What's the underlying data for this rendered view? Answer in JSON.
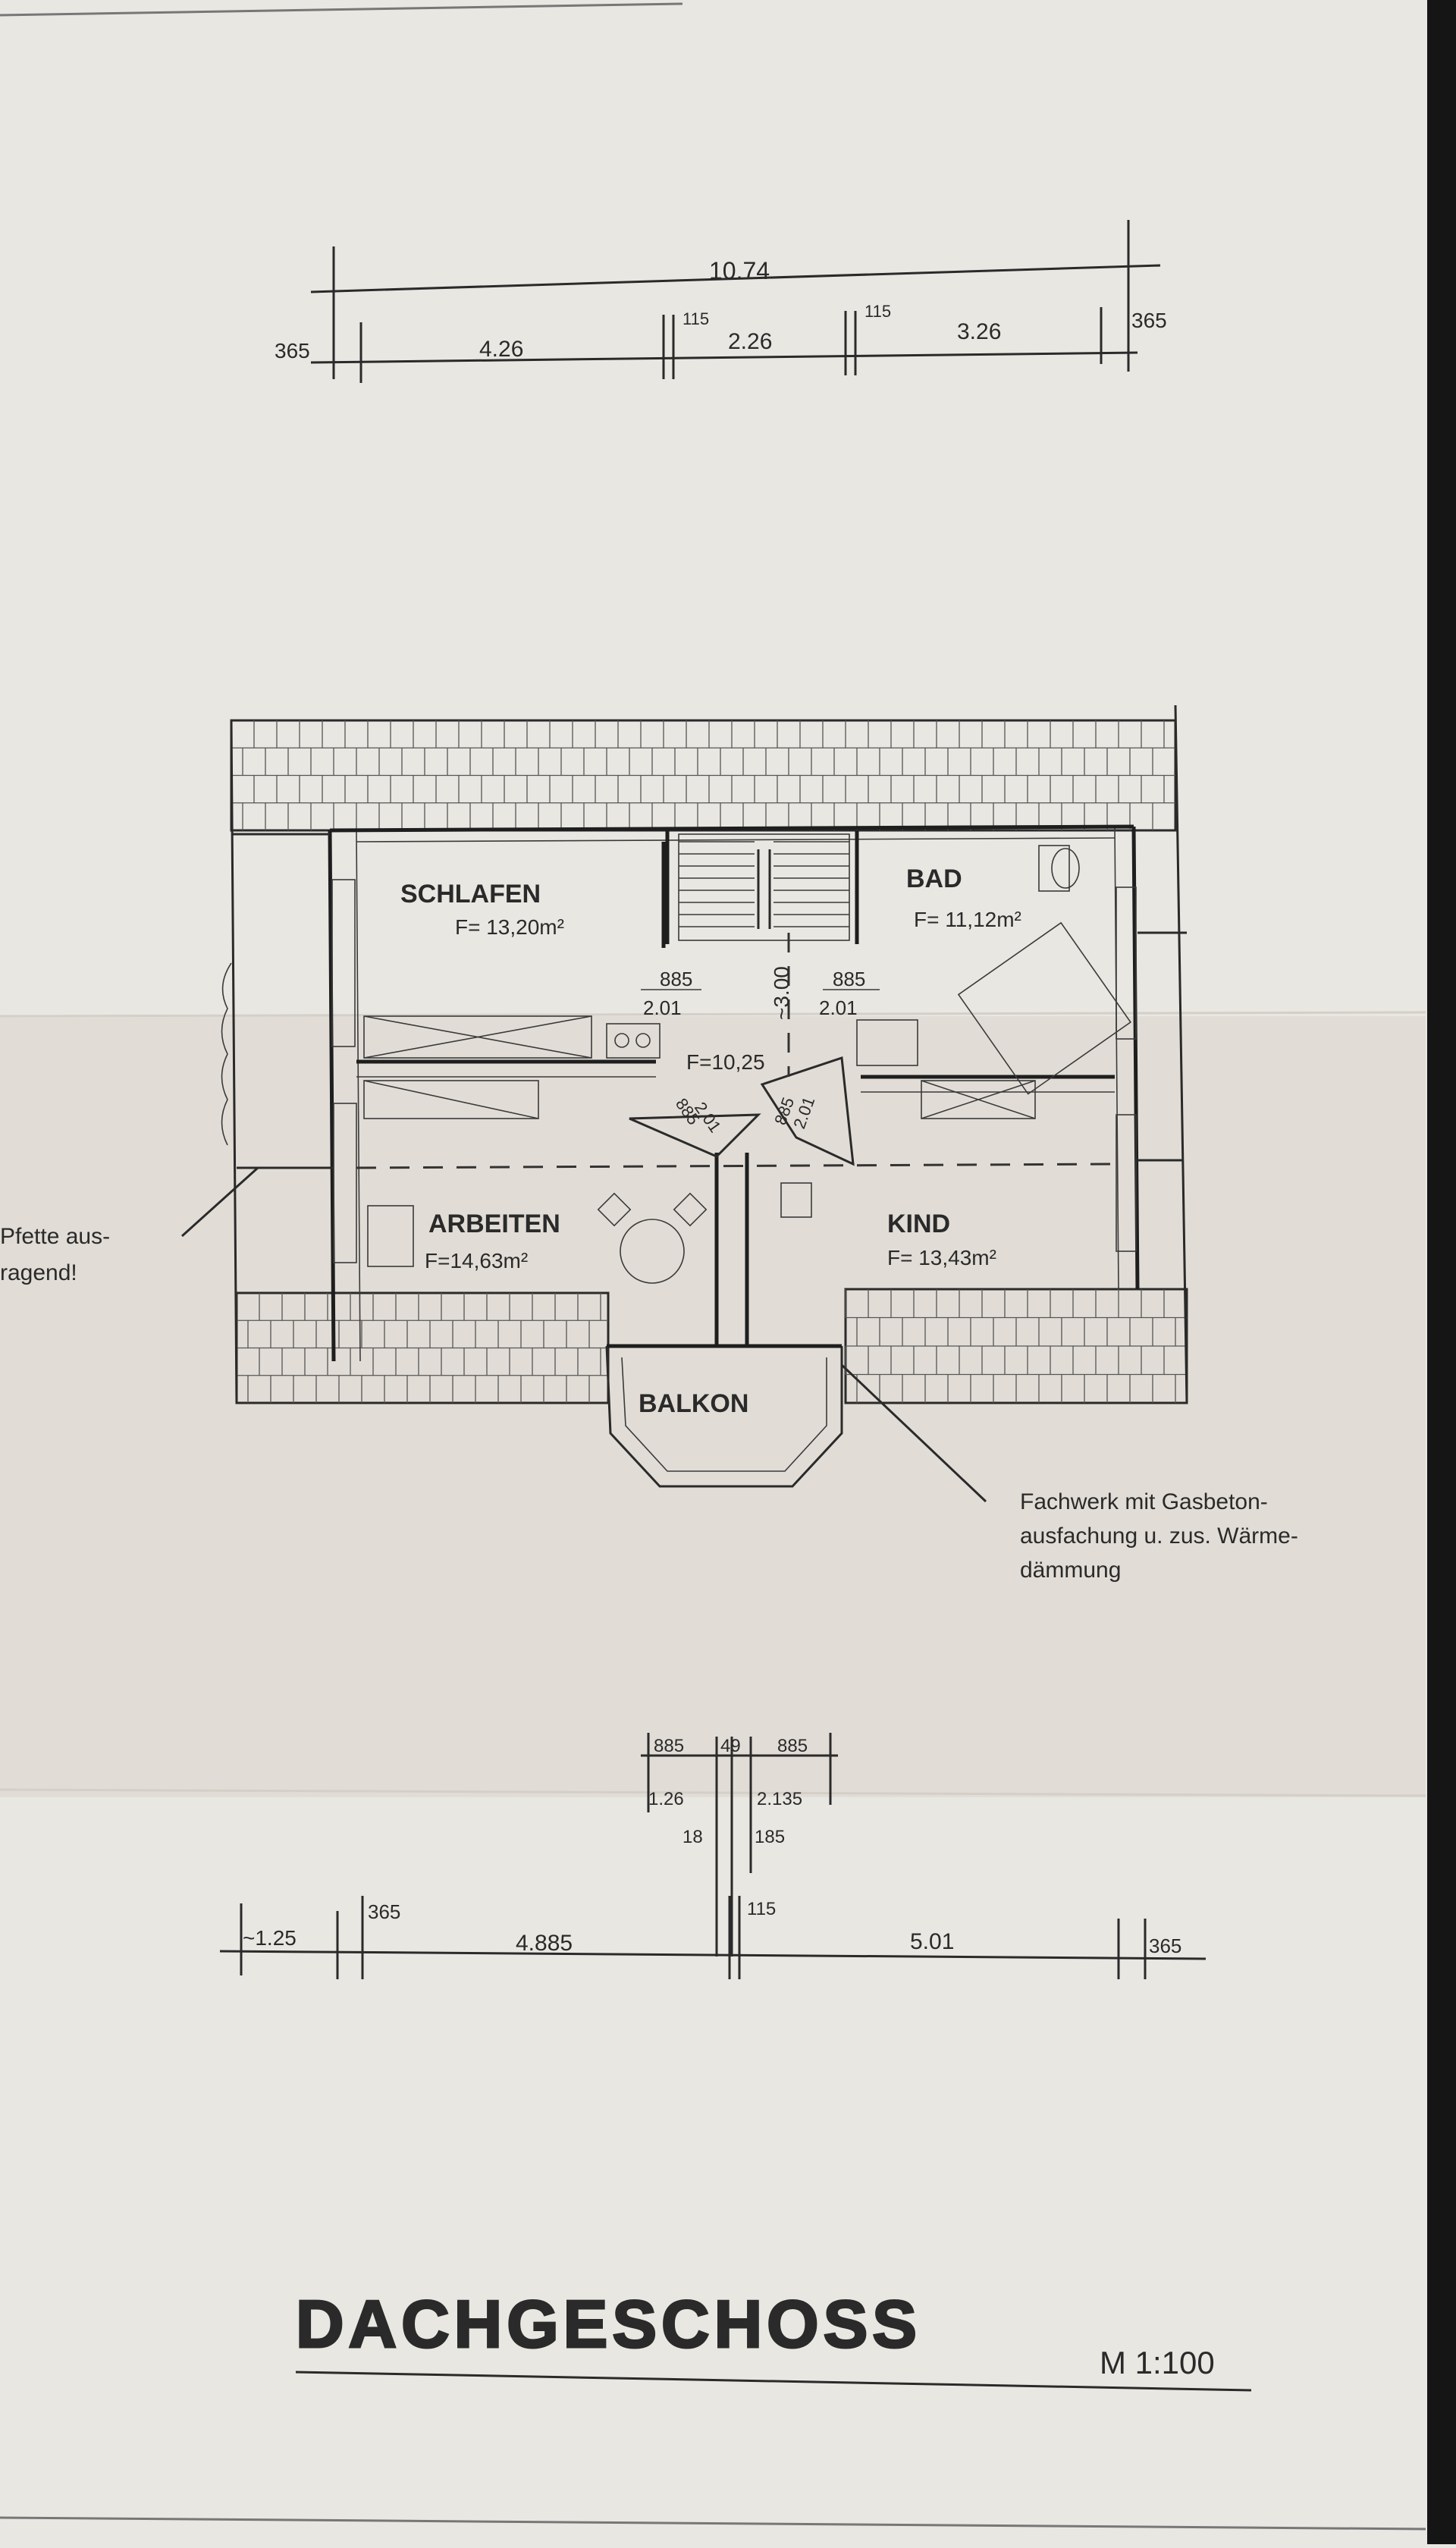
{
  "plan": {
    "title": "DACHGESCHOSS",
    "scale": "M 1:100",
    "top_dims": {
      "total": "10.74",
      "segments": [
        "365",
        "4.26",
        "115",
        "2.26",
        "115",
        "3.26",
        "365"
      ]
    },
    "bottom_dims": {
      "row1": [
        "885",
        "49",
        "885"
      ],
      "row2": [
        "1.26",
        "2.135"
      ],
      "row3": [
        "18",
        "185"
      ],
      "main": [
        "~1.25",
        "365",
        "4.885",
        "115",
        "5.01",
        "365"
      ]
    },
    "rooms": [
      {
        "name": "SCHLAFEN",
        "area": "F= 13,20m²"
      },
      {
        "name": "BAD",
        "area": "F= 11,12m²"
      },
      {
        "name": "ARBEITEN",
        "area": "F=14,63m²"
      },
      {
        "name": "KIND",
        "area": "F= 13,43m²"
      },
      {
        "name": "BALKON",
        "area": ""
      }
    ],
    "hall": {
      "area": "F=10,25",
      "height": "~3.00"
    },
    "door_dims": {
      "left": [
        "885",
        "2.01"
      ],
      "right": [
        "885",
        "2.01"
      ],
      "diag_left": [
        "885",
        "2.01"
      ],
      "diag_right": [
        "885",
        "2.01"
      ]
    },
    "notes": {
      "left": [
        "Pfette aus-",
        "ragend!"
      ],
      "right": [
        "Fachwerk mit Gasbeton-",
        "ausfachung u. zus. Wärme-",
        "dämmung"
      ]
    }
  },
  "colors": {
    "paper": "#e9e7e2",
    "ink": "#2a2a2a",
    "edge": "#151515"
  }
}
